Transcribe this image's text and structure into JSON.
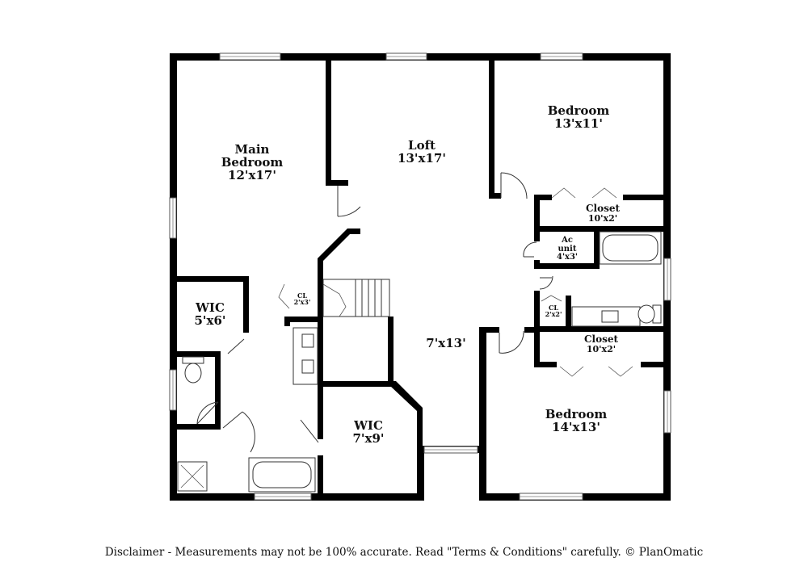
{
  "rooms": {
    "main_bedroom": {
      "name": "Main\nBedroom",
      "size": "12'x17'"
    },
    "loft": {
      "name": "Loft",
      "size": "13'x17'"
    },
    "bedroom_ne": {
      "name": "Bedroom",
      "size": "13'x11'"
    },
    "closet_upper": {
      "name": "Closet",
      "size": "10'x2'"
    },
    "ac_unit": {
      "name": "Ac\nunit",
      "size": "4'x3'"
    },
    "cl_small": {
      "name": "CL",
      "size": "2'x3'"
    },
    "cl_right": {
      "name": "CL",
      "size": "2'x2'"
    },
    "wic_left": {
      "name": "WIC",
      "size": "5'x6'"
    },
    "hall": {
      "name": "",
      "size": "7'x13'"
    },
    "closet_lower": {
      "name": "Closet",
      "size": "10'x2'"
    },
    "wic_center": {
      "name": "WIC",
      "size": "7'x9'"
    },
    "bedroom_se": {
      "name": "Bedroom",
      "size": "14'x13'"
    }
  },
  "disclaimer": "Disclaimer - Measurements may not be 100% accurate. Read \"Terms & Conditions\" carefully. © PlanOmatic"
}
